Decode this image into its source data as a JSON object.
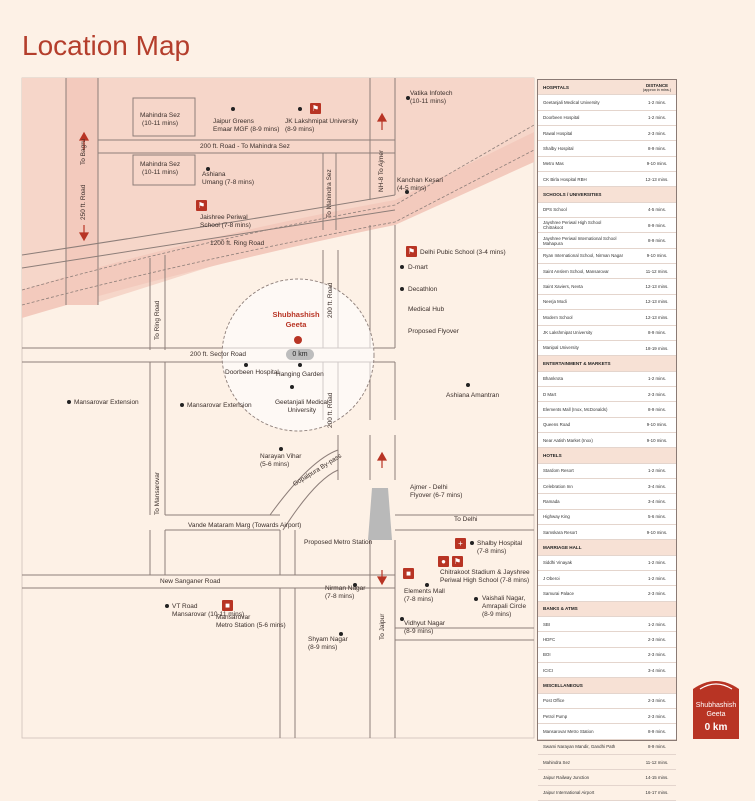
{
  "title": "Location Map",
  "project": {
    "name_line1": "Shubhashish",
    "name_line2": "Geeta",
    "zero_km": "0 km"
  },
  "roads": {
    "to_bagru": "To Bagru",
    "road_250": "250 ft. Road",
    "road_200_mahindra": "200 ft. Road - To Mahindra Sez",
    "to_mahindra_sez": "To Mahindra Sez",
    "nh8": "NH-8 To Ajmer",
    "ring_road": "1200 ft. Ring Road",
    "to_ring_road": "To Ring Road",
    "road_200_v": "200 ft. Road",
    "sector_road": "200 ft. Sector Road",
    "road_200_v2": "200 ft. Road",
    "to_mansarovar": "To Mansarovar",
    "gopalpura": "Gopalpura By-pass",
    "vande_mataram": "Vande Mataram Marg (Towards Airport)",
    "new_sanganer": "New Sanganer Road",
    "to_jaipur": "To Jaipur",
    "to_delhi": "To Delhi",
    "proposed_metro": "Proposed Metro Station",
    "proposed_flyover": "Proposed Flyover",
    "medical_hub": "Medical Hub",
    "ajmer_delhi_flyover": "Ajmer - Delhi\nFlyover (6-7 mins)"
  },
  "places": {
    "mahindra1": "Mahindra Sez\n(10-11 mins)",
    "mahindra2": "Mahindra Sez\n(10-11 mins)",
    "jaipur_greens": "Jaipur Greens\nEmaar MGF (8-9 mins)",
    "jk_univ": "JK Lakshmipat University\n(8-9 mins)",
    "vatika": "Vatika Infotech\n(10-11 mins)",
    "ashiana_umang": "Ashiana\nUmang (7-8 mins)",
    "jaishree": "Jaishree Periwal\nSchool (7-8 mins)",
    "kanchan": "Kanchan Kesari\n(4-5 mins)",
    "dps": "Delhi Pubic School (3-4 mins)",
    "dmart": "D-mart",
    "decathlon": "Decathlon",
    "doorbeen": "Doorbeen Hospital",
    "hanging_garden": "Hanging Garden",
    "geetanjali": "Geetanjali Medical\nUniversity",
    "mansarovar_ext_w": "Mansarovar Extension",
    "mansarovar_ext": "Mansarovar Extension",
    "ashiana_amantran": "Ashiana Amantran",
    "narayan_vihar": "Narayan Vihar\n(5-6 mins)",
    "vt_road": "VT Road\nMansarovar (10-11 mins)",
    "mansarovar_metro": "Mansarovar\nMetro Station (5-6 mins)",
    "nirman_nagar": "Nirman Nagar\n(7-8 mins)",
    "shyam_nagar": "Shyam Nagar\n(8-9 mins)",
    "shalby": "Shalby Hospital\n(7-8 mins)",
    "chitrakoot": "Chitrakoot Stadium & Jayshree\nPeriwal High School (7-8 mins)",
    "elements_mall": "Elements Mall\n(7-8 mins)",
    "vidhyut_nagar": "Vidhyut Nagar\n(8-9 mins)",
    "vaishali": "Vaishali Nagar,\nAmrapali Circle\n(8-9 mins)"
  },
  "table": {
    "distance_header": "DISTANCE",
    "distance_sub": "(approx in mins.)",
    "sections": [
      {
        "title": "HOSPITALS",
        "rows": [
          [
            "Geetanjali Medical University",
            "1-2 mins."
          ],
          [
            "Doorbeen Hospital",
            "1-2 mins."
          ],
          [
            "Rawal Hospital",
            "2-3 mins."
          ],
          [
            "Shalby Hospital",
            "8-9 mins."
          ],
          [
            "Metro Mas",
            "9-10 mins."
          ],
          [
            "CK Birla Hospital RBH",
            "12-13 mins."
          ]
        ]
      },
      {
        "title": "SCHOOLS / UNIVERSITIES",
        "rows": [
          [
            "DPS School",
            "4-5 mins."
          ],
          [
            "Jayshree Periwal High School\nChitrakoot",
            "8-9 mins."
          ],
          [
            "Jayshree Periwal International School\nMahapura",
            "8-9 mins."
          ],
          [
            "Ryan International School, Nirman Nagar",
            "9-10 mins."
          ],
          [
            "Saint Anslem School, Mansarovar",
            "11-12 mins."
          ],
          [
            "Saint Xaviers, Nevta",
            "12-13 mins."
          ],
          [
            "Neerja Modi",
            "12-13 mins."
          ],
          [
            "Modern School",
            "12-13 mins."
          ],
          [
            "JK Lakshmipat University",
            "8-9 mins."
          ],
          [
            "Manipal University",
            "18-19 mins."
          ]
        ]
      },
      {
        "title": "ENTERTAINMENT & MARKETS",
        "rows": [
          [
            "Bhankrota",
            "1-2 mins."
          ],
          [
            "D Mart",
            "2-3 mins."
          ],
          [
            "Elements Mall (Inox, McDonalds)",
            "8-9 mins."
          ],
          [
            "Queens Road",
            "9-10 mins."
          ],
          [
            "Near Aatish Market (Inox)",
            "9-10 mins."
          ]
        ]
      },
      {
        "title": "HOTELS",
        "rows": [
          [
            "Stardom Resort",
            "1-2 mins."
          ],
          [
            "Celebration Inn",
            "3-4 mins."
          ],
          [
            "Ramada",
            "3-4 mins."
          ],
          [
            "Highway King",
            "5-6 mins."
          ],
          [
            "Samskara Resort",
            "9-10 mins."
          ]
        ]
      },
      {
        "title": "MARRIAGE HALL",
        "rows": [
          [
            "Siddhi Vinayak",
            "1-2 mins."
          ],
          [
            "J Oberoi",
            "1-2 mins."
          ],
          [
            "Samurai Palace",
            "2-3 mins."
          ]
        ]
      },
      {
        "title": "BANKS & ATMS",
        "rows": [
          [
            "SBI",
            "1-2 mins."
          ],
          [
            "HDFC",
            "2-3 mins."
          ],
          [
            "BOI",
            "2-3 mins."
          ],
          [
            "ICICI",
            "3-4 mins."
          ]
        ]
      },
      {
        "title": "MISCELLANEOUS",
        "rows": [
          [
            "Post Office",
            "2-3 mins."
          ],
          [
            "Petrol Pump",
            "2-3 mins."
          ],
          [
            "Mansarovar Metro Station",
            "8-9 mins."
          ],
          [
            "Swami Narayan Mandir, Gandhi Path",
            "8-9 mins."
          ],
          [
            "Mahindra Sez",
            "11-12 mins."
          ],
          [
            "Jaipur Railway Junction",
            "14-15 mins."
          ],
          [
            "Jaipur International Airport",
            "16-17 mins."
          ]
        ]
      }
    ]
  },
  "marker": {
    "line1": "Shubhashish",
    "line2": "Geeta",
    "dist": "0 km"
  },
  "colors": {
    "accent": "#b43e2c",
    "band": "#f6d6c9",
    "road_line": "#8d7e79"
  }
}
